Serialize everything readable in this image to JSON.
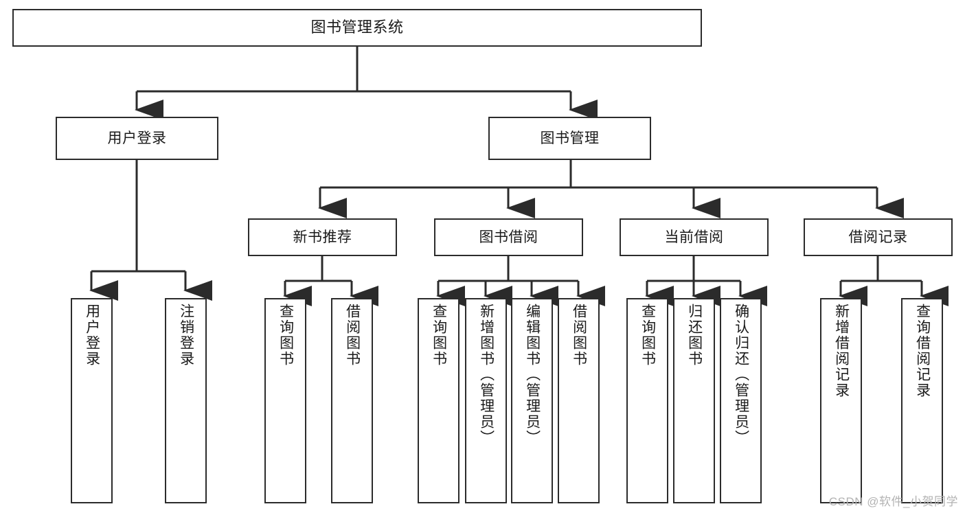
{
  "diagram": {
    "title": "图书管理系统",
    "type": "tree-hierarchy-diagram",
    "colors": {
      "box_border": "#2b2b2b",
      "box_fill": "#ffffff",
      "connector": "#2b2b2b",
      "text": "#1a1a1a",
      "watermark": "#b3b3b3",
      "background": "#ffffff"
    },
    "root": {
      "label": "图书管理系统"
    },
    "level2": [
      {
        "label": "用户登录"
      },
      {
        "label": "图书管理"
      }
    ],
    "level3": [
      {
        "label": "新书推荐"
      },
      {
        "label": "图书借阅"
      },
      {
        "label": "当前借阅"
      },
      {
        "label": "借阅记录"
      }
    ],
    "leaves": {
      "user_login": [
        {
          "label": "用户登录"
        },
        {
          "label": "注销登录"
        }
      ],
      "new_book_recommend": [
        {
          "label": "查询图书"
        },
        {
          "label": "借阅图书"
        }
      ],
      "book_borrow": [
        {
          "label": "查询图书"
        },
        {
          "label": "新增图书（管理员）"
        },
        {
          "label": "编辑图书（管理员）"
        },
        {
          "label": "借阅图书"
        }
      ],
      "current_borrow": [
        {
          "label": "查询图书"
        },
        {
          "label": "归还图书"
        },
        {
          "label": "确认归还（管理员）"
        }
      ],
      "borrow_record": [
        {
          "label": "新增借阅记录"
        },
        {
          "label": "查询借阅记录"
        }
      ]
    }
  },
  "watermark": {
    "text": "CSDN @软件_小贺同学"
  }
}
